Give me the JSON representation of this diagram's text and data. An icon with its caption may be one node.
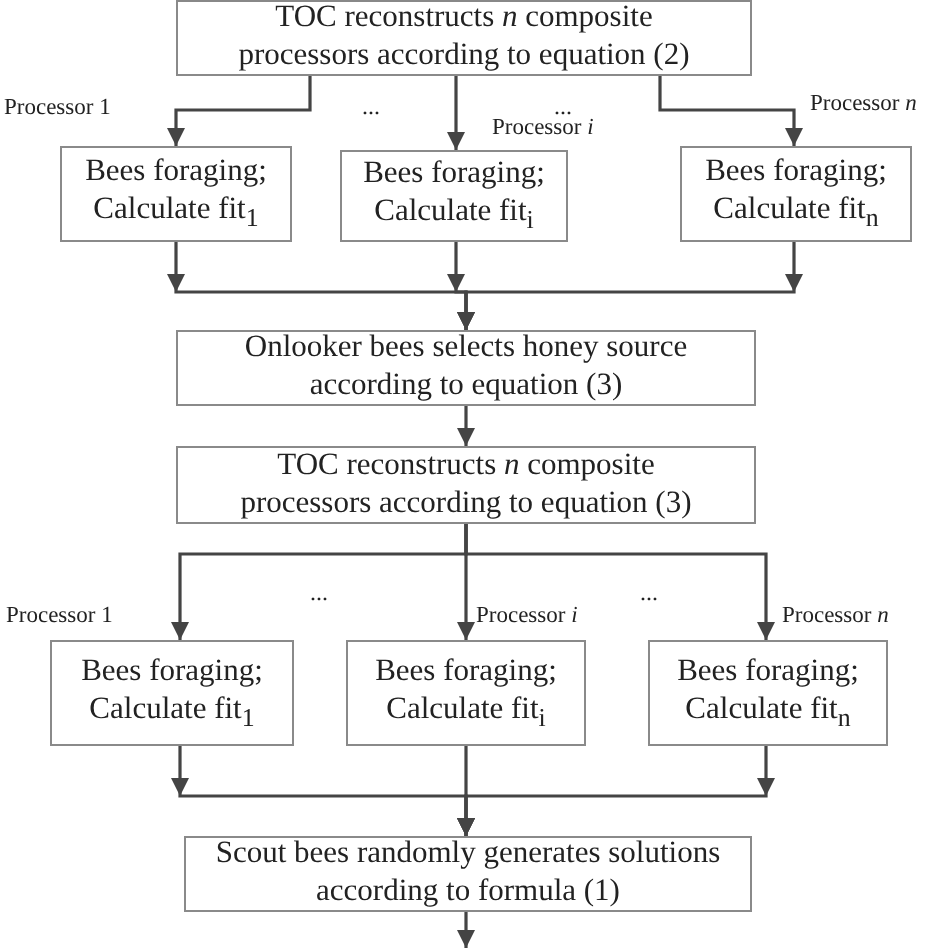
{
  "diagram": {
    "nodes": [
      {
        "text": [
          "TOC reconstructs *n* composite processors according to equation (2)"
        ]
      },
      {
        "text": [
          "Bees foraging; Calculate fit$_{1}$"
        ]
      },
      {
        "text": [
          "Bees foraging; Calculate fit$_{i}$"
        ]
      },
      {
        "text": [
          "Bees foraging; Calculate fit$_{n}$"
        ]
      },
      {
        "text": [
          "Onlooker bees selects honey source according to equation  (3)"
        ]
      },
      {
        "text": [
          "TOC reconstructs *n* composite processors according to equation (3)"
        ]
      },
      {
        "text": [
          "Bees foraging; Calculate fit$_{1}$"
        ]
      },
      {
        "text": [
          "Bees foraging; Calculate fit$_{i}$"
        ]
      },
      {
        "text": [
          "Bees foraging; Calculate fit$_{n}$"
        ]
      },
      {
        "text": [
          "Scout bees randomly generates solutions according to formula (1)"
        ]
      }
    ],
    "edges": [
      {
        "from": 0,
        "to": 1,
        "arrow": "to",
        "label": "Processor 1"
      },
      {
        "from": 0,
        "to": 2,
        "arrow": "to",
        "label": "Processor *i*"
      },
      {
        "from": 0,
        "to": 3,
        "arrow": "to",
        "label": "Processor *n*"
      },
      {
        "from": 1,
        "to": 4,
        "arrow": "to"
      },
      {
        "from": 2,
        "to": 4,
        "arrow": "to"
      },
      {
        "from": 3,
        "to": 4,
        "arrow": "to"
      },
      {
        "from": 4,
        "to": 5,
        "arrow": "to"
      },
      {
        "from": 5,
        "to": 6,
        "arrow": "to",
        "label": "Processor 1"
      },
      {
        "from": 5,
        "to": 7,
        "arrow": "to",
        "label": "Processor *i*"
      },
      {
        "from": 5,
        "to": 8,
        "arrow": "to",
        "label": "Processor *n*"
      },
      {
        "from": 6,
        "to": 9,
        "arrow": "to"
      },
      {
        "from": 7,
        "to": 9,
        "arrow": "to"
      },
      {
        "from": 8,
        "to": 9,
        "arrow": "to"
      },
      {
        "from": 9,
        "to": null,
        "arrow": "to"
      }
    ],
    "labels": [
      "...",
      "...",
      "...",
      "..."
    ]
  }
}
